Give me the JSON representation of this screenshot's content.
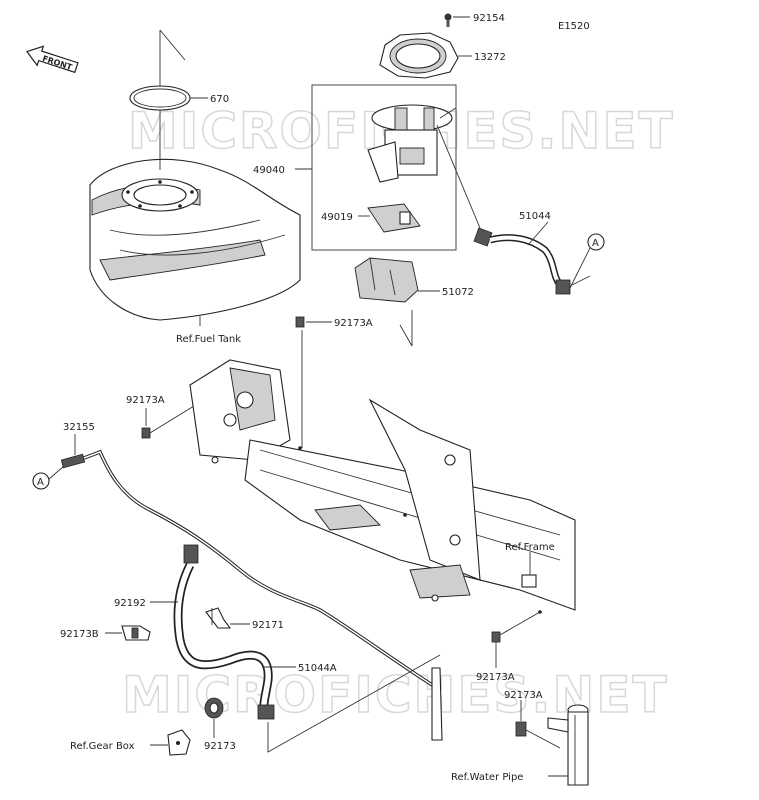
{
  "diagram_code": "E1520",
  "front_label": "FRONT",
  "watermark": "MICROFICHES.NET",
  "callouts": {
    "p92154": "92154",
    "p13272": "13272",
    "p670": "670",
    "p49040": "49040",
    "p49019": "49019",
    "p51044": "51044",
    "p51072": "51072",
    "p92173A_1": "92173A",
    "p92173A_2": "92173A",
    "p92173A_3": "92173A",
    "p92173A_4": "92173A",
    "p32155": "32155",
    "p92192": "92192",
    "p92171": "92171",
    "p92173B": "92173B",
    "p51044A": "51044A",
    "p92173": "92173"
  },
  "refs": {
    "fuel_tank": "Ref.Fuel Tank",
    "frame": "Ref.Frame",
    "gear_box": "Ref.Gear Box",
    "water_pipe": "Ref.Water Pipe"
  },
  "connector_marker": "A"
}
